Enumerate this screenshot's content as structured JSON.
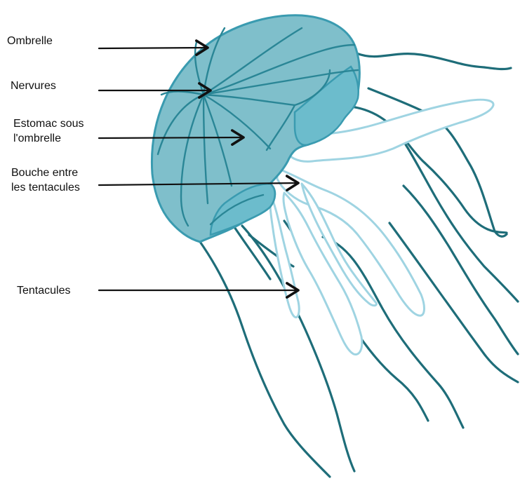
{
  "labels": {
    "ombrelle": "Ombrelle",
    "nervures": "Nervures",
    "estomac": [
      "Estomac sous",
      "l'ombrelle"
    ],
    "bouche": [
      "Bouche entre",
      "les tentacules"
    ],
    "tentacules": "Tentacules"
  },
  "colors": {
    "bell_fill": "#7fbfcb",
    "bell_inner": "#6cbccc",
    "bell_stroke": "#3a9bb0",
    "vein": "#2a8696",
    "tentacle": "#1e6d79",
    "oral_arm_stroke": "#9fd4e2",
    "arrow": "#111111",
    "text": "#111111"
  }
}
